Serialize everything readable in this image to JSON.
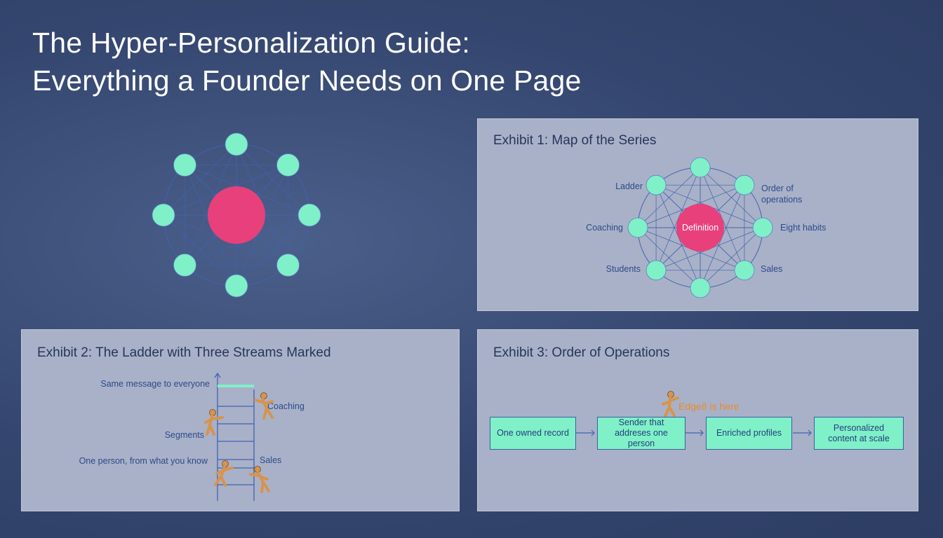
{
  "title": {
    "line1": "The Hyper-Personalization Guide:",
    "line2": "Everything a Founder Needs on One Page"
  },
  "colors": {
    "center_node": "#e8407a",
    "outer_node": "#7ff0c8",
    "edge": "#3f63b0",
    "figure": "#d9934a"
  },
  "exhibit1": {
    "title": "Exhibit 1: Map of the Series",
    "center": "Definition",
    "labels": {
      "ladder": "Ladder",
      "order1": "Order of",
      "order2": "operations",
      "coaching": "Coaching",
      "habits": "Eight habits",
      "students": "Students",
      "sales": "Sales"
    }
  },
  "exhibit2": {
    "title": "Exhibit 2: The Ladder with Three Streams Marked",
    "top": "Same message to everyone",
    "middle": "Segments",
    "bottom": "One person, from what you know",
    "stream_coaching": "Coaching",
    "stream_sales": "Sales"
  },
  "exhibit3": {
    "title": "Exhibit 3: Order of Operations",
    "marker": "Edge8 is here",
    "steps": [
      "One owned record",
      "Sender that addreses one person",
      "Enriched profiles",
      "Personalized content at scale"
    ]
  }
}
